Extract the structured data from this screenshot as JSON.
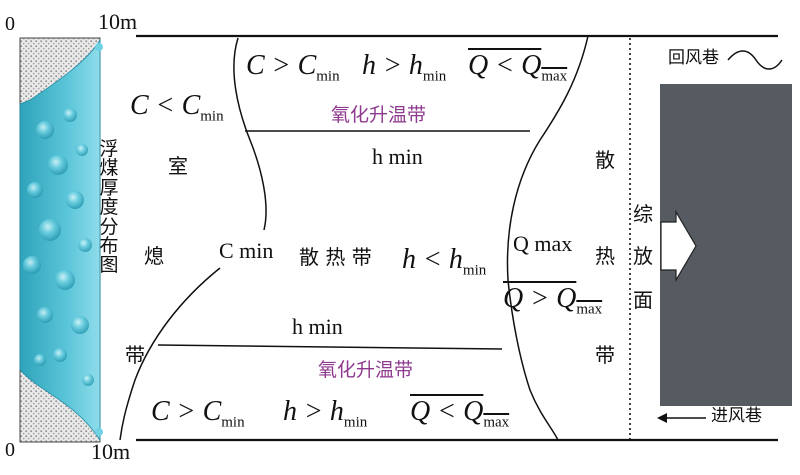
{
  "scale": {
    "left_top": "0",
    "right_top": "10m",
    "left_bottom": "0",
    "right_bottom": "10m"
  },
  "vertical_title": [
    "浮",
    "煤",
    "厚",
    "度",
    "分",
    "布",
    "图"
  ],
  "zones": {
    "choke": [
      "室",
      "熄",
      "带"
    ],
    "dispersion_right": [
      "散",
      "热",
      "带"
    ],
    "working_face": [
      "综",
      "放",
      "面"
    ],
    "oxidation_top": "氧化升温带",
    "oxidation_bottom": "氧化升温带",
    "dispersion_mid": "散 热 带"
  },
  "labels": {
    "h_min_top": "h min",
    "h_min_bottom": "h min",
    "c_min": "C min",
    "q_max": "Q max"
  },
  "formulas": {
    "top_row": {
      "c": "C > C",
      "c_sub": "min",
      "h": "h > h",
      "h_sub": "min",
      "q": "Q < Q",
      "q_sub": "max"
    },
    "left_cond": {
      "c": "C < C",
      "c_sub": "min"
    },
    "mid_h": {
      "h": "h < h",
      "h_sub": "min"
    },
    "mid_q": {
      "q": "Q > Q",
      "q_sub": "max"
    },
    "bottom_row": {
      "c": "C > C",
      "c_sub": "min",
      "h": "h > h",
      "h_sub": "min",
      "q": "Q < Q",
      "q_sub": "max"
    }
  },
  "roadways": {
    "return": "回风巷",
    "intake": "进风巷"
  },
  "colors": {
    "goaf_fill": "#4fb7cc",
    "goaf_light": "#9ee3ef",
    "stipple": "#b8b8b8",
    "face_block": "#555b60",
    "oxidation_text": "#8e3a8e",
    "line": "#111111"
  }
}
